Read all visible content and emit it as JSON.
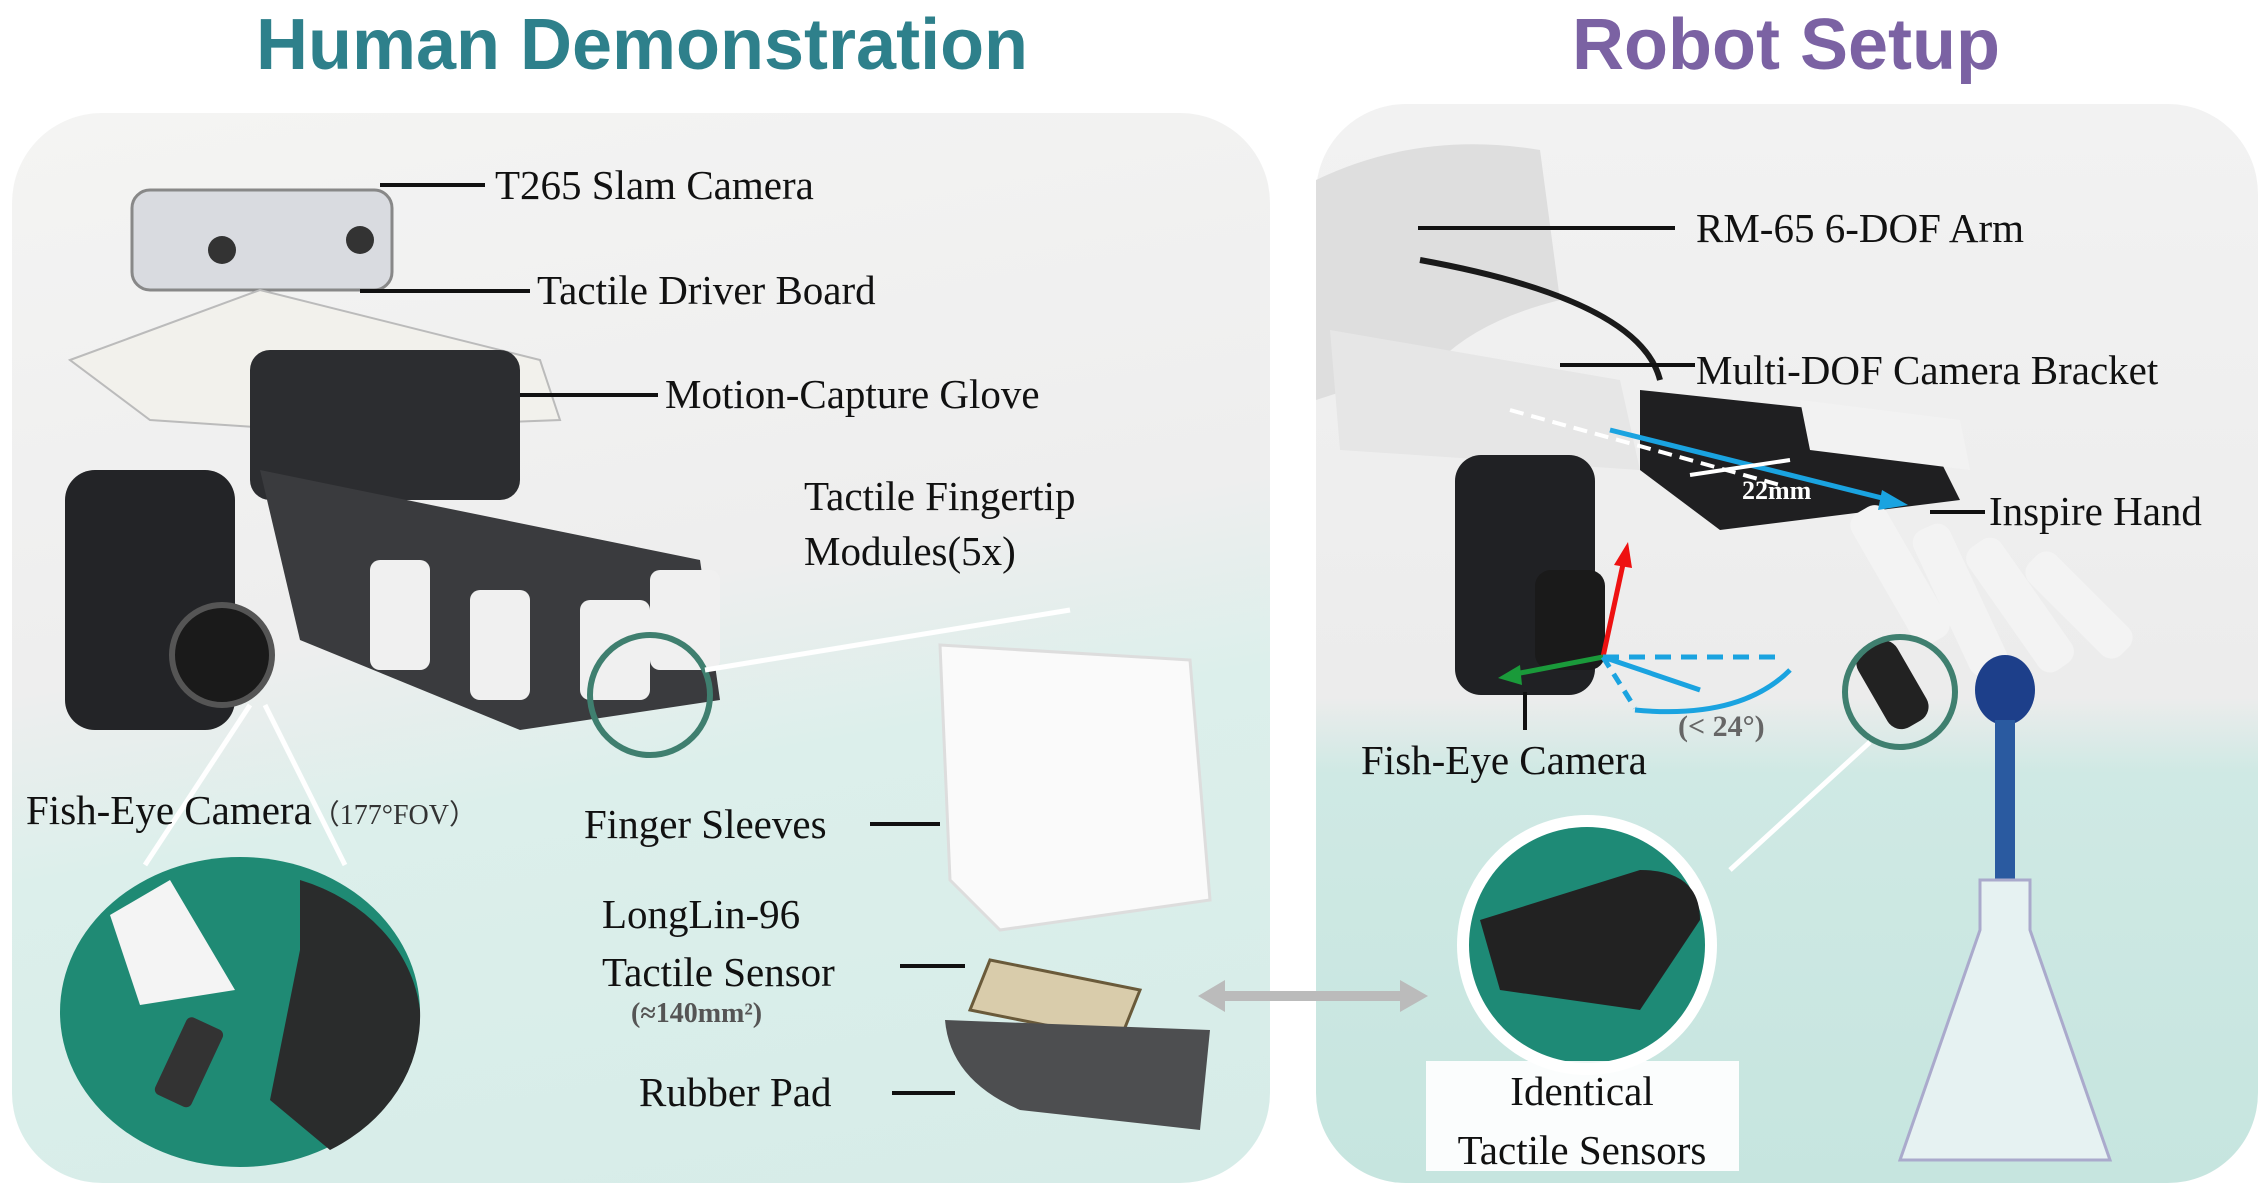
{
  "titles": {
    "left": "Human Demonstration",
    "right": "Robot Setup",
    "left_color": "#2e808b",
    "right_color": "#7b62a3"
  },
  "human": {
    "t265": "T265 Slam Camera",
    "driver_board": "Tactile Driver Board",
    "glove": "Motion-Capture  Glove",
    "fingertip_line1": "Tactile Fingertip",
    "fingertip_line2": "Modules(5x)",
    "fisheye": "Fish-Eye Camera",
    "fisheye_fov": "（177°FOV）",
    "sleeves": "Finger Sleeves",
    "sensor_line1": "LongLin-96",
    "sensor_line2": "Tactile Sensor",
    "sensor_area": "(≈140mm²)",
    "rubber": "Rubber Pad"
  },
  "robot": {
    "arm": "RM-65 6-DOF Arm",
    "bracket": "Multi-DOF Camera Bracket",
    "hand": "Inspire Hand",
    "offset": "22mm",
    "fisheye": "Fish-Eye Camera",
    "angle": "(< 24°)",
    "identical_line1": "Identical",
    "identical_line2": "Tactile Sensors"
  }
}
